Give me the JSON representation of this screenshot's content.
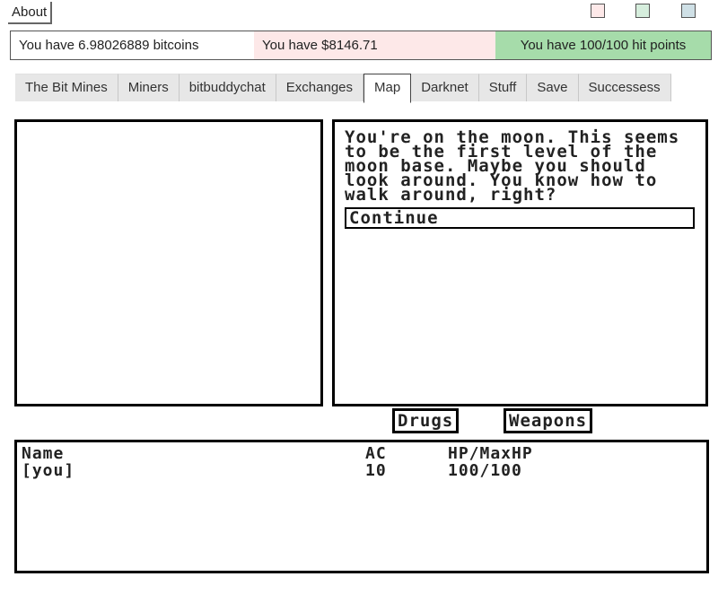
{
  "about_link": "About",
  "theme_swatches": [
    {
      "name": "pink",
      "color": "#fde8e8"
    },
    {
      "name": "green",
      "color": "#d6eedd"
    },
    {
      "name": "blue",
      "color": "#cfe0e6"
    }
  ],
  "status": {
    "bitcoins": "You have 6.98026889 bitcoins",
    "dollars": "You have $8146.71",
    "hit_points": "You have 100/100 hit points"
  },
  "tabs": [
    {
      "label": "The Bit Mines",
      "active": false
    },
    {
      "label": "Miners",
      "active": false
    },
    {
      "label": "bitbuddychat",
      "active": false
    },
    {
      "label": "Exchanges",
      "active": false
    },
    {
      "label": "Map",
      "active": true
    },
    {
      "label": "Darknet",
      "active": false
    },
    {
      "label": "Stuff",
      "active": false
    },
    {
      "label": "Save",
      "active": false
    },
    {
      "label": "Successess",
      "active": false
    }
  ],
  "story": {
    "text": "You're on the moon. This seems to be the first level of the moon base. Maybe you should look around. You know how to walk around, right?",
    "continue_label": "Continue"
  },
  "buttons": {
    "drugs": "Drugs",
    "weapons": "Weapons"
  },
  "roster": {
    "headers": {
      "name": "Name",
      "ac": "AC",
      "hp": "HP/MaxHP"
    },
    "rows": [
      {
        "name": "[you]",
        "ac": "10",
        "hp": "100/100"
      }
    ]
  }
}
